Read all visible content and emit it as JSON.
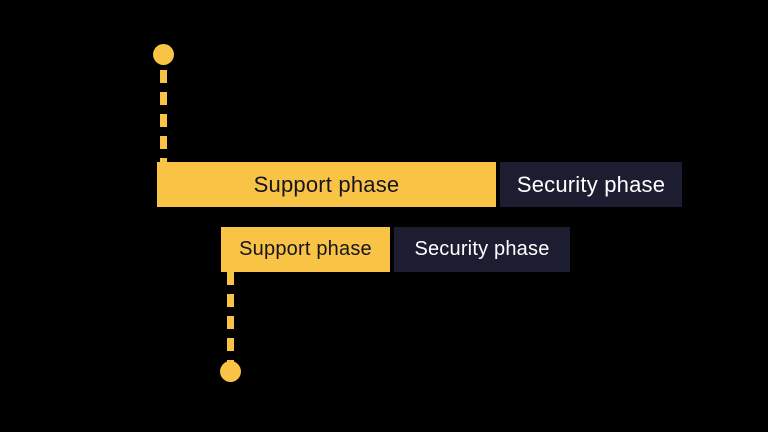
{
  "diagram": {
    "background": "#000000",
    "colors": {
      "support_fill": "#f9c345",
      "security_fill": "#1d1d32",
      "support_text": "#15151f",
      "security_text": "#ffffff",
      "marker": "#f9c345"
    },
    "rows": [
      {
        "name": "release-row-1",
        "segments": [
          {
            "type": "support",
            "label": "Support phase"
          },
          {
            "type": "security",
            "label": "Security phase"
          }
        ]
      },
      {
        "name": "release-row-2",
        "segments": [
          {
            "type": "support",
            "label": "Support phase"
          },
          {
            "type": "security",
            "label": "Security phase"
          }
        ]
      }
    ],
    "markers": [
      {
        "name": "release-start-marker-top"
      },
      {
        "name": "release-start-marker-bottom"
      }
    ]
  }
}
